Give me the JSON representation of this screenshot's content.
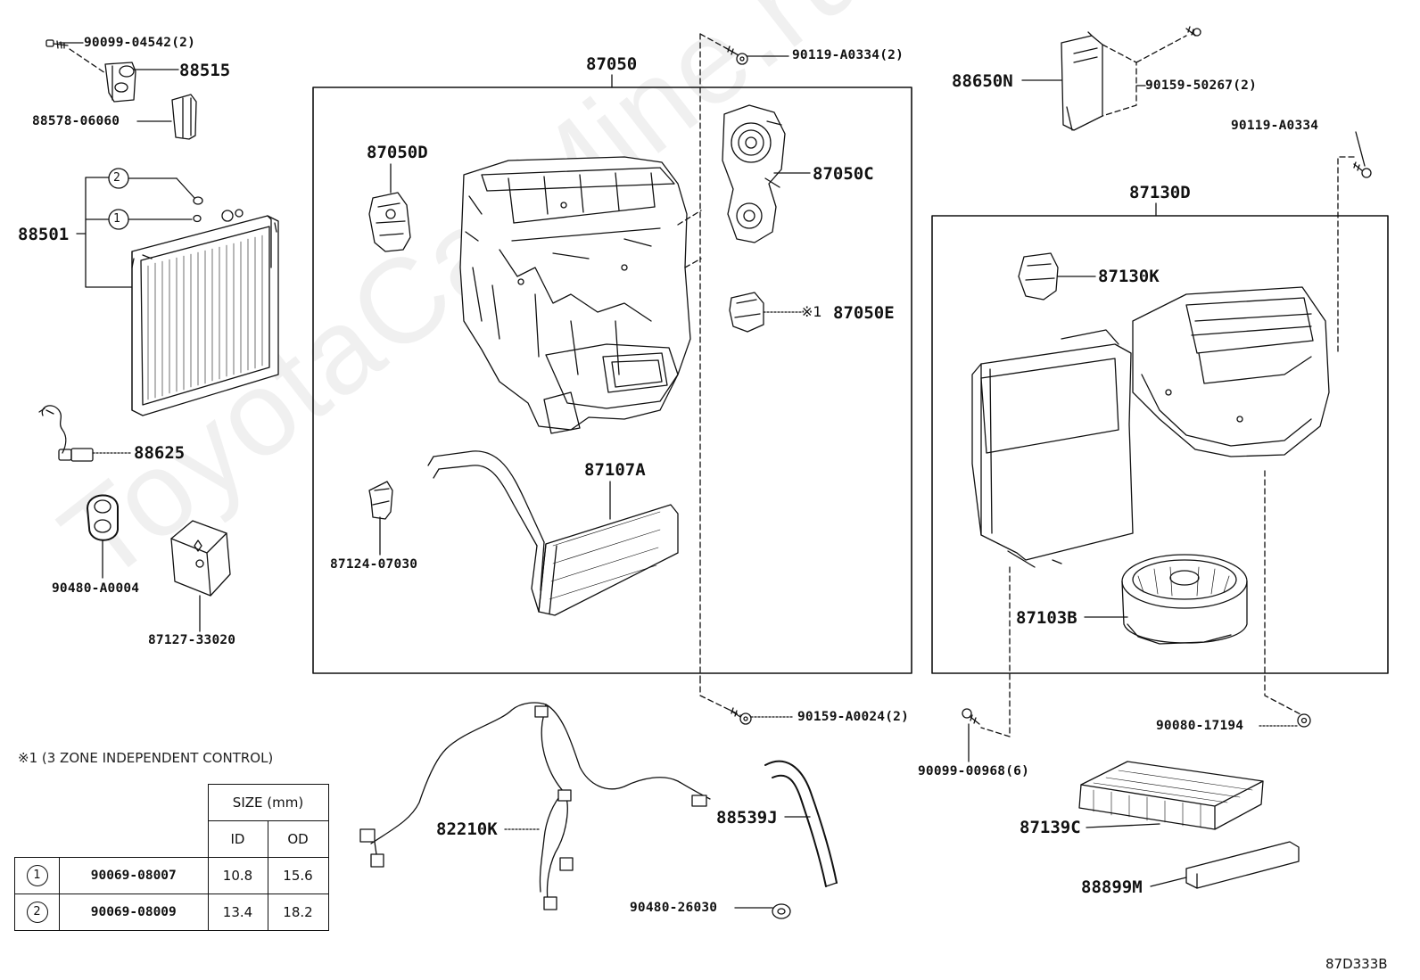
{
  "labels": {
    "p90099_04542": "90099-04542(2)",
    "p88515": "88515",
    "p88578_06060": "88578-06060",
    "p88501": "88501",
    "p88625": "88625",
    "p90480_A0004": "90480-A0004",
    "p87127_33020": "87127-33020",
    "p87050": "87050",
    "p87050D": "87050D",
    "p87050C": "87050C",
    "p87050E": "87050E",
    "p87050E_mark": "※1",
    "p90119_A0334_2": "90119-A0334(2)",
    "p87107A": "87107A",
    "p87124_07030": "87124-07030",
    "p90159_A0024": "90159-A0024(2)",
    "p82210K": "82210K",
    "p88539J": "88539J",
    "p90480_26030": "90480-26030",
    "p88650N": "88650N",
    "p90159_50267": "90159-50267(2)",
    "p90119_A0334": "90119-A0334",
    "p87130D": "87130D",
    "p87130K": "87130K",
    "p87103B": "87103B",
    "p90099_00968": "90099-00968(6)",
    "p90080_17194": "90080-17194",
    "p87139C": "87139C",
    "p88899M": "88899M",
    "callout_1": "1",
    "callout_2": "2"
  },
  "note": "※1 (3 ZONE INDEPENDENT CONTROL)",
  "size_table": {
    "header": "SIZE (mm)",
    "col_id": "ID",
    "col_od": "OD",
    "rows": [
      {
        "mark": "1",
        "part": "90069-08007",
        "id": "10.8",
        "od": "15.6"
      },
      {
        "mark": "2",
        "part": "90069-08009",
        "id": "13.4",
        "od": "18.2"
      }
    ]
  },
  "diagram_code": "87D333B",
  "watermark": "ToyotaCarMine.ru"
}
